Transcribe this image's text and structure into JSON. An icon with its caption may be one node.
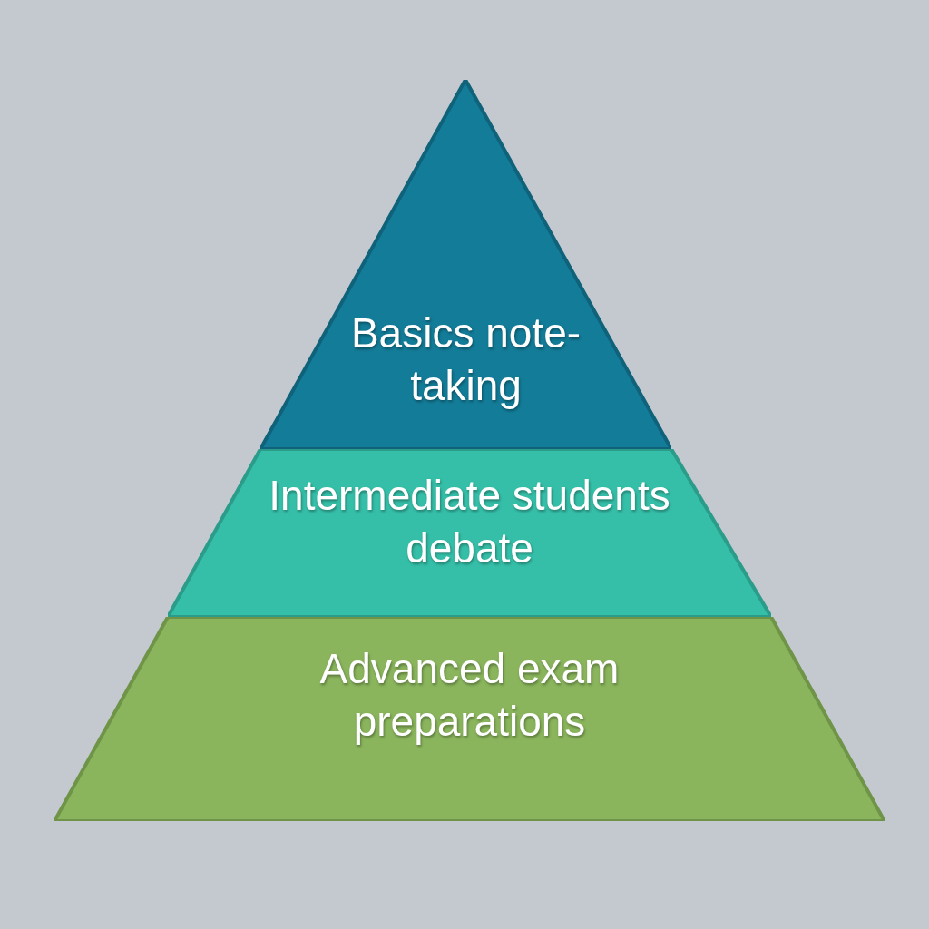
{
  "diagram": {
    "nodes": [
      {
        "text": [
          "Basics note-taking"
        ]
      },
      {
        "text": [
          "Intermediate students debate"
        ]
      },
      {
        "text": [
          "Advanced exam preparations"
        ]
      }
    ],
    "edges": []
  }
}
